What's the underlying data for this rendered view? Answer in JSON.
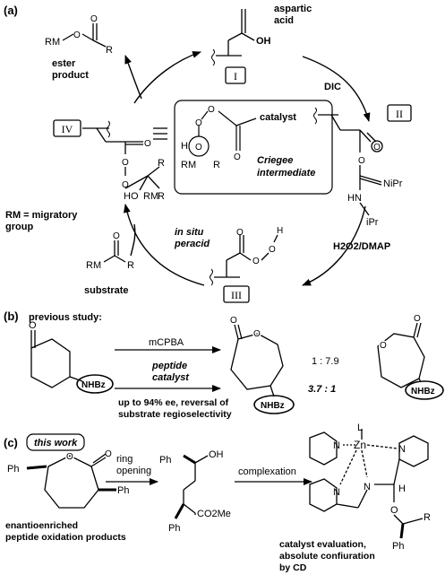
{
  "panel_a": {
    "label": "(a)",
    "species": {
      "I": {
        "numeral": "I",
        "name": "aspartic\nacid",
        "group": "OH"
      },
      "II": {
        "numeral": "II",
        "groups": [
          "NiPr",
          "HN",
          "iPr"
        ]
      },
      "III": {
        "numeral": "III",
        "name": "in situ\nperacid",
        "group": "H"
      },
      "IV": {
        "numeral": "IV",
        "groups": [
          "R",
          "R",
          "HO",
          "RM"
        ]
      }
    },
    "reagents": {
      "dic": "DIC",
      "oxidant": "H2O2/DMAP"
    },
    "ester_product": {
      "groups": [
        "RM",
        "R"
      ],
      "label": "ester\nproduct"
    },
    "substrate": {
      "groups": [
        "RM",
        "R"
      ],
      "label": "substrate"
    },
    "migratory_def": "RM = migratory\ngroup",
    "criegee": {
      "catalyst": "catalyst",
      "atoms": [
        "H",
        "RM",
        "R"
      ],
      "caption": "Criegee\nintermediate"
    },
    "atom_O": "O"
  },
  "panel_b": {
    "label": "(b)",
    "title": "previous study:",
    "reagent_top": "mCPBA",
    "reagent_bottom": "peptide\ncatalyst",
    "note": "up to 94% ee, reversal of\nsubstrate regioselectivity",
    "ratio_top": "1  :  7.9",
    "ratio_bottom": "3.7  :  1",
    "substituent": "NHBz"
  },
  "panel_c": {
    "label": "(c)",
    "this_work": "this work",
    "step1": "ring\nopening",
    "step2": "complexation",
    "substituents": {
      "ph": "Ph",
      "ester": "CO2Me",
      "oh": "OH"
    },
    "caption_left": "enantioenriched\npeptide oxidation products",
    "caption_right": "catalyst evaluation,\nabsolute confiuration\nby CD",
    "complex": {
      "metal": "Zn",
      "ligand": "L",
      "n": "N",
      "h": "H",
      "o": "O",
      "r": "R",
      "ph": "Ph"
    }
  }
}
